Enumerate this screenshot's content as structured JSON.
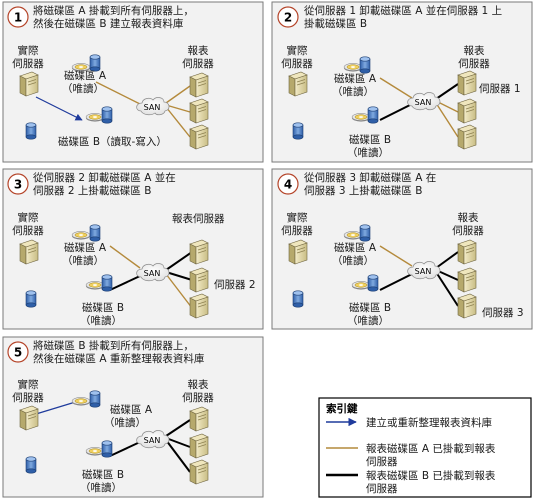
{
  "colors": {
    "panel_border": "#7a7a7a",
    "panel_fill": "#f2f2f2",
    "brown_line": "#b48a3c",
    "black_line": "#000000",
    "arrow": "#1f3b9c",
    "server": "#d9cfa0",
    "disk_blue": "#4a7fc1",
    "disk_yellow": "#e8c84a",
    "badge_border": "#b5452a"
  },
  "common": {
    "physical_server": [
      "實際",
      "伺服器"
    ],
    "report_servers": [
      "報表",
      "伺服器"
    ],
    "report_servers_inline": "報表伺服器",
    "san": "SAN",
    "disk_a_ro": [
      "磁碟區 A",
      "（唯讀）"
    ],
    "disk_b_ro": [
      "磁碟區 B",
      "（唯讀）"
    ],
    "disk_a_label": "磁碟區 A",
    "ro_label": "（唯讀）"
  },
  "steps": [
    {
      "number": "1",
      "text": [
        "將磁碟區 A 掛載到所有伺服器上，",
        "然後在磁碟區 B 建立報表資料庫"
      ],
      "disk_b_rw": "磁碟區 B（讀取-寫入）"
    },
    {
      "number": "2",
      "text": [
        "從伺服器 1 卸載磁碟區 A 並在伺服器 1 上",
        "掛載磁碟區 B"
      ],
      "server_label": "伺服器 1"
    },
    {
      "number": "3",
      "text": [
        "從伺服器 2 卸載磁碟區 A 並在",
        "伺服器 2 上掛載磁碟區 B"
      ],
      "server_label": "伺服器 2"
    },
    {
      "number": "4",
      "text": [
        "從伺服器 3 卸載磁碟區 A 在",
        "伺服器 3 上掛載磁碟區 B"
      ],
      "server_label": "伺服器 3"
    },
    {
      "number": "5",
      "text": [
        "將磁碟區 B 掛載到所有伺服器上，",
        "然後在磁碟區 A 重新整理報表資料庫"
      ]
    }
  ],
  "legend": {
    "title": "索引鍵",
    "items": [
      {
        "kind": "arrow",
        "text": [
          "建立或重新整理報表資料庫"
        ]
      },
      {
        "kind": "brown",
        "text": [
          "報表磁碟區 A 已掛載到報表",
          "伺服器"
        ]
      },
      {
        "kind": "black",
        "text": [
          "報表磁碟區 B 已掛載到報表",
          "伺服器"
        ]
      }
    ]
  }
}
